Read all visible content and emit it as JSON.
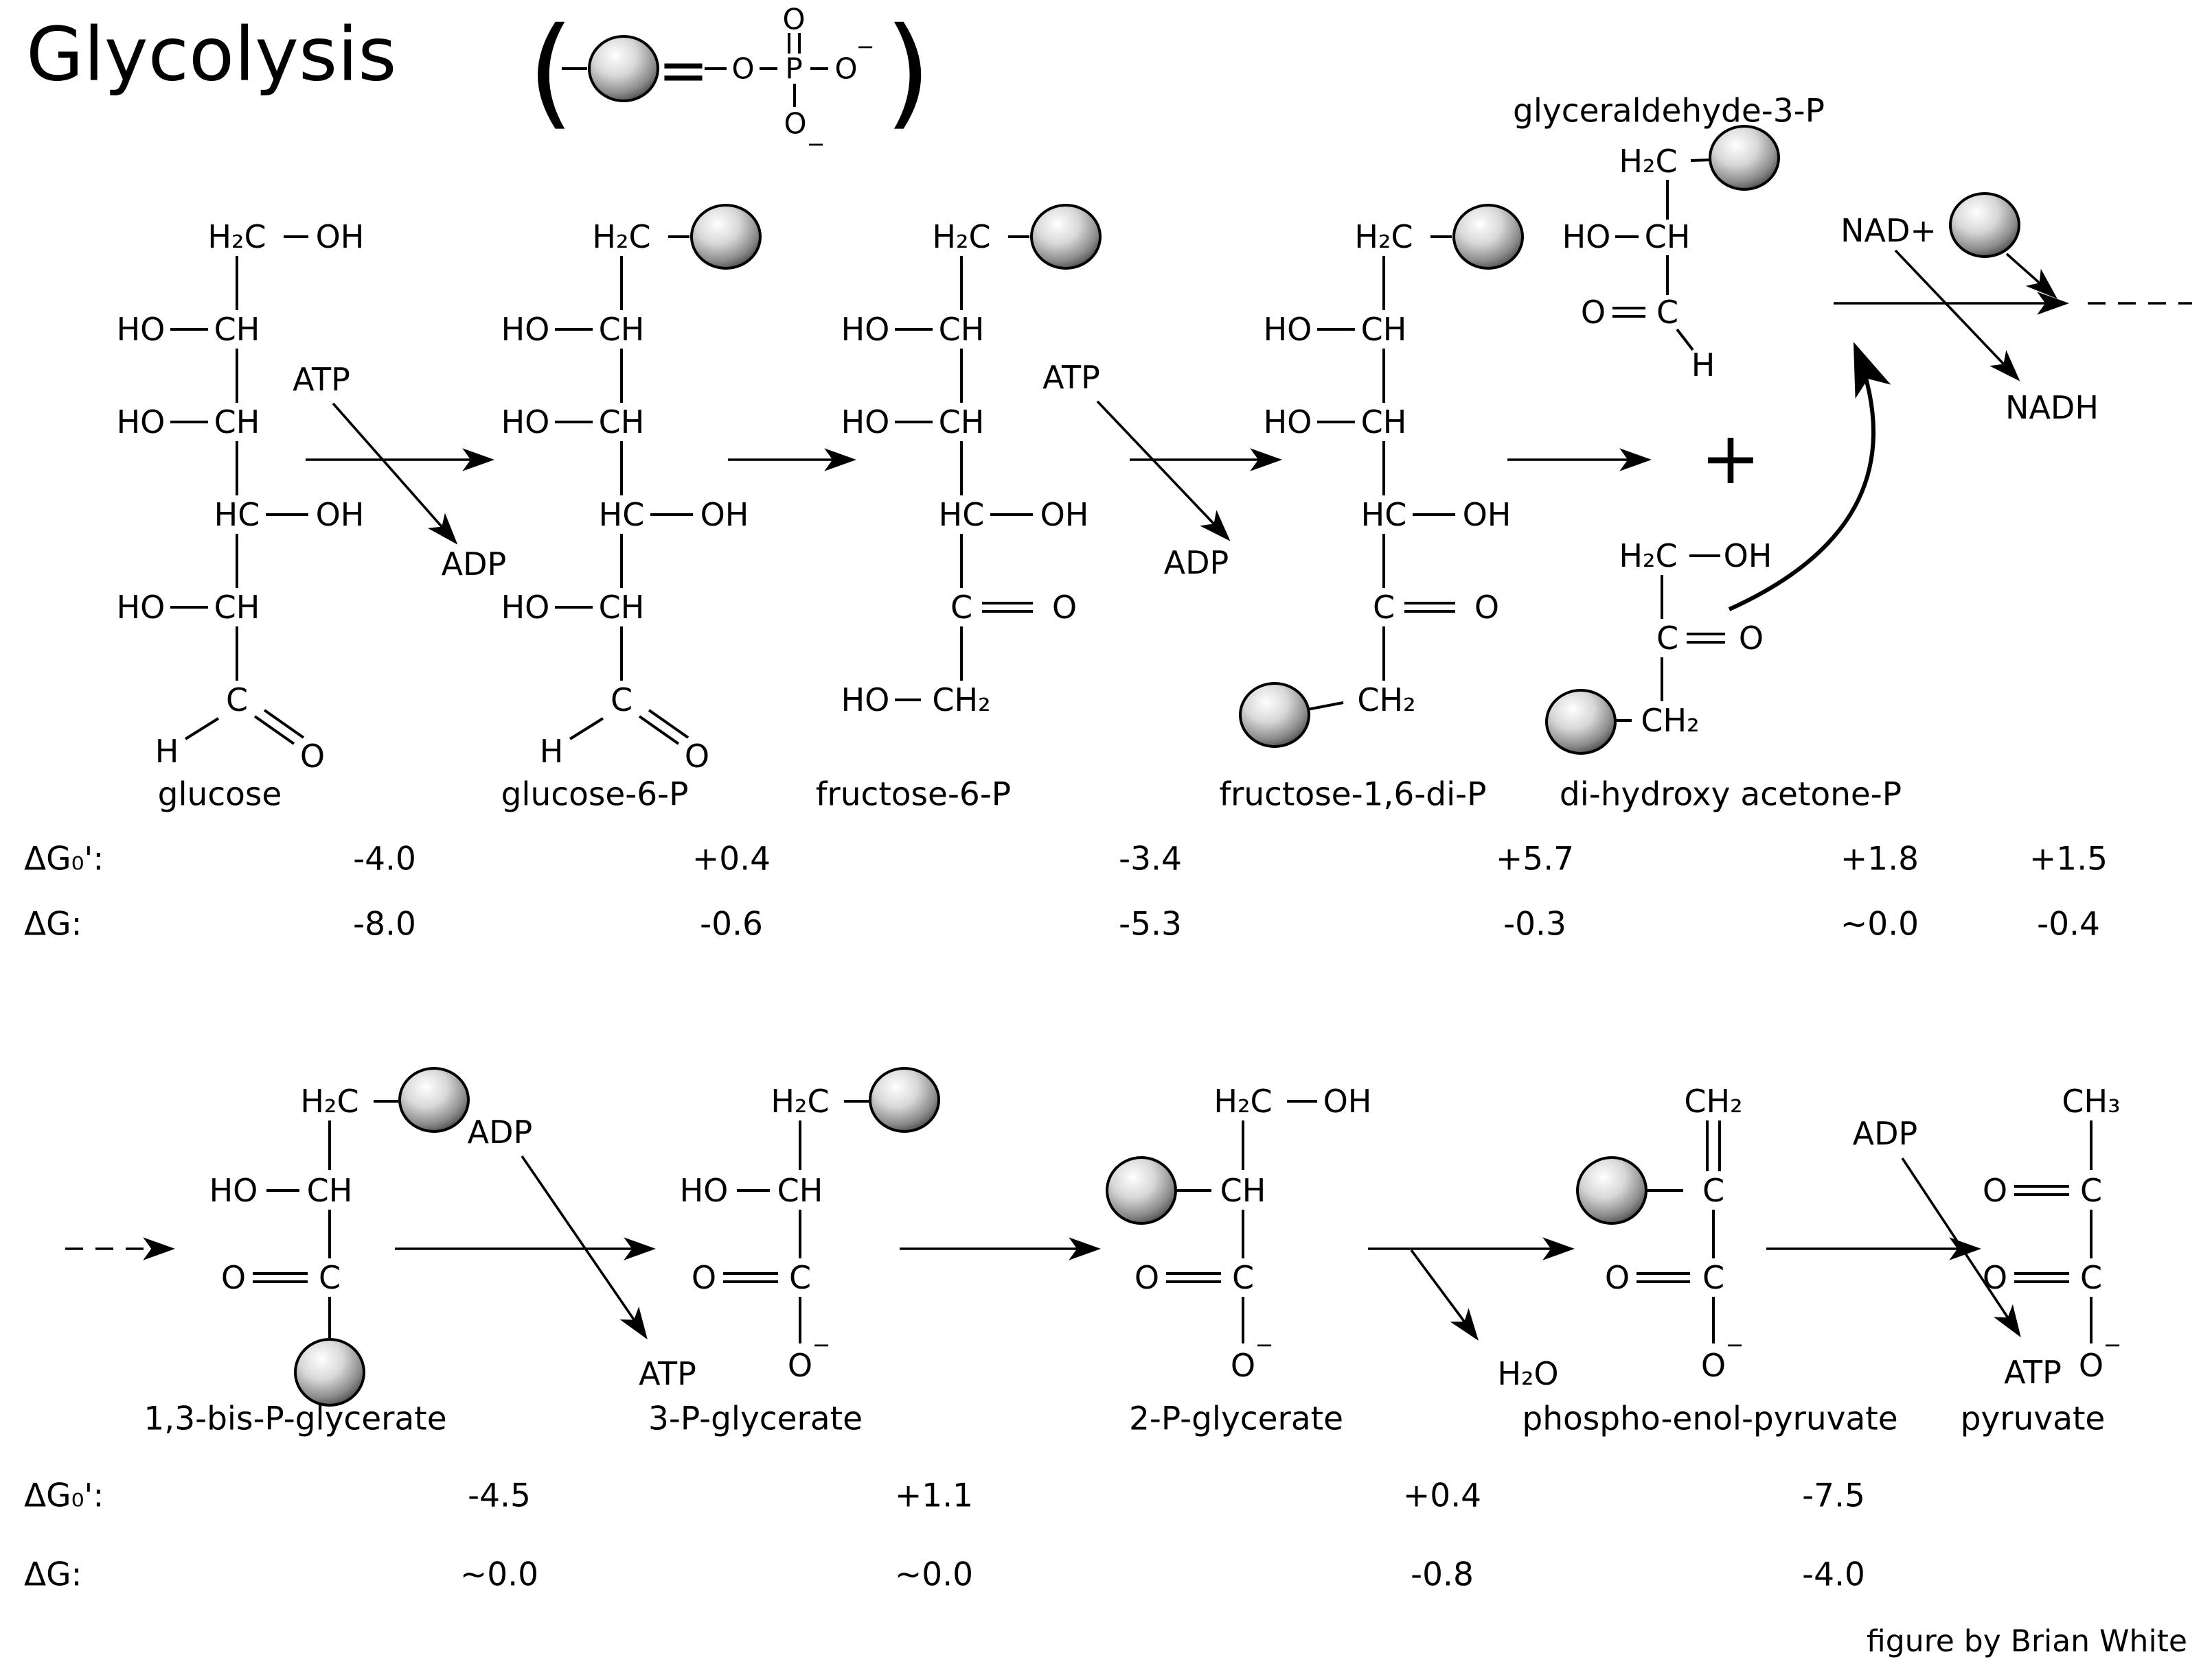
{
  "title": "Glycolysis",
  "credit": "figure by Brian White",
  "legend": {
    "open": "(",
    "close": ")",
    "equals": "=",
    "bond_o": "O",
    "p": "P",
    "o_top": "O",
    "o_right": "O",
    "minus_right": "−",
    "o_bottom": "O",
    "minus_bottom": "−"
  },
  "labels": {
    "atp": "ATP",
    "adp": "ADP",
    "nad_plus": "NAD+",
    "nadh": "NADH",
    "water": "H₂O",
    "plus_sign": "+"
  },
  "dg": {
    "dg0_header": "ΔG₀':",
    "dg_header": "ΔG:",
    "top_dg0": [
      "-4.0",
      "+0.4",
      "-3.4",
      "+5.7",
      "+1.8",
      "+1.5"
    ],
    "top_dg": [
      "-8.0",
      "-0.6",
      "-5.3",
      "-0.3",
      "~0.0",
      "-0.4"
    ],
    "bottom_dg0": [
      "-4.5",
      "+1.1",
      "+0.4",
      "-7.5"
    ],
    "bottom_dg": [
      "~0.0",
      "~0.0",
      "-0.8",
      "-4.0"
    ]
  },
  "molecules": {
    "glucose": {
      "label": "glucose",
      "atoms": {
        "c1": "H₂C",
        "c1s": "OH",
        "c2": "CH",
        "c2s": "HO",
        "c3": "CH",
        "c3s": "HO",
        "c4": "HC",
        "c4s": "OH",
        "c5": "CH",
        "c5s": "HO",
        "c6": "C",
        "c6h": "H",
        "c6o": "O"
      }
    },
    "glucose6p": {
      "label": "glucose-6-P",
      "atoms": {
        "c1": "H₂C",
        "c2": "CH",
        "c2s": "HO",
        "c3": "CH",
        "c3s": "HO",
        "c4": "HC",
        "c4s": "OH",
        "c5": "CH",
        "c5s": "HO",
        "c6": "C",
        "c6h": "H",
        "c6o": "O"
      }
    },
    "fructose6p": {
      "label": "fructose-6-P",
      "atoms": {
        "c1": "H₂C",
        "c2": "CH",
        "c2s": "HO",
        "c3": "CH",
        "c3s": "HO",
        "c4": "HC",
        "c4s": "OH",
        "c5": "C",
        "c5s": "O",
        "c6": "CH₂",
        "c6s": "HO"
      }
    },
    "fructose16p": {
      "label": "fructose-1,6-di-P",
      "atoms": {
        "c1": "H₂C",
        "c2": "CH",
        "c2s": "HO",
        "c3": "CH",
        "c3s": "HO",
        "c4": "HC",
        "c4s": "OH",
        "c5": "C",
        "c5s": "O",
        "c6": "CH₂"
      }
    },
    "g3p": {
      "label": "glyceraldehyde-3-P",
      "atoms": {
        "c1": "H₂C",
        "c2": "CH",
        "c2s": "HO",
        "c3": "C",
        "c3s": "O",
        "c3h": "H"
      }
    },
    "dhap": {
      "label": "di-hydroxy acetone-P",
      "atoms": {
        "c1": "H₂C",
        "c1s": "OH",
        "c2": "C",
        "c2s": "O",
        "c3": "CH₂"
      }
    },
    "bpg": {
      "label": "1,3-bis-P-glycerate",
      "atoms": {
        "c1": "H₂C",
        "c2": "CH",
        "c2s": "HO",
        "c3": "C",
        "c3s": "O"
      }
    },
    "pg3": {
      "label": "3-P-glycerate",
      "atoms": {
        "c1": "H₂C",
        "c2": "CH",
        "c2s": "HO",
        "c3": "C",
        "c3s": "O",
        "c4": "O",
        "c4c": "−"
      }
    },
    "pg2": {
      "label": "2-P-glycerate",
      "atoms": {
        "c1": "H₂C",
        "c1s": "OH",
        "c2": "CH",
        "c3": "C",
        "c3s": "O",
        "c4": "O",
        "c4c": "−"
      }
    },
    "pep": {
      "label": "phospho-enol-pyruvate",
      "atoms": {
        "c1": "CH₂",
        "c2": "C",
        "c3": "C",
        "c3s": "O",
        "c4": "O",
        "c4c": "−"
      }
    },
    "pyruvate": {
      "label": "pyruvate",
      "atoms": {
        "c1": "CH₃",
        "c2": "C",
        "c2s": "O",
        "c3": "C",
        "c3s": "O",
        "c4": "O",
        "c4c": "−"
      }
    }
  }
}
